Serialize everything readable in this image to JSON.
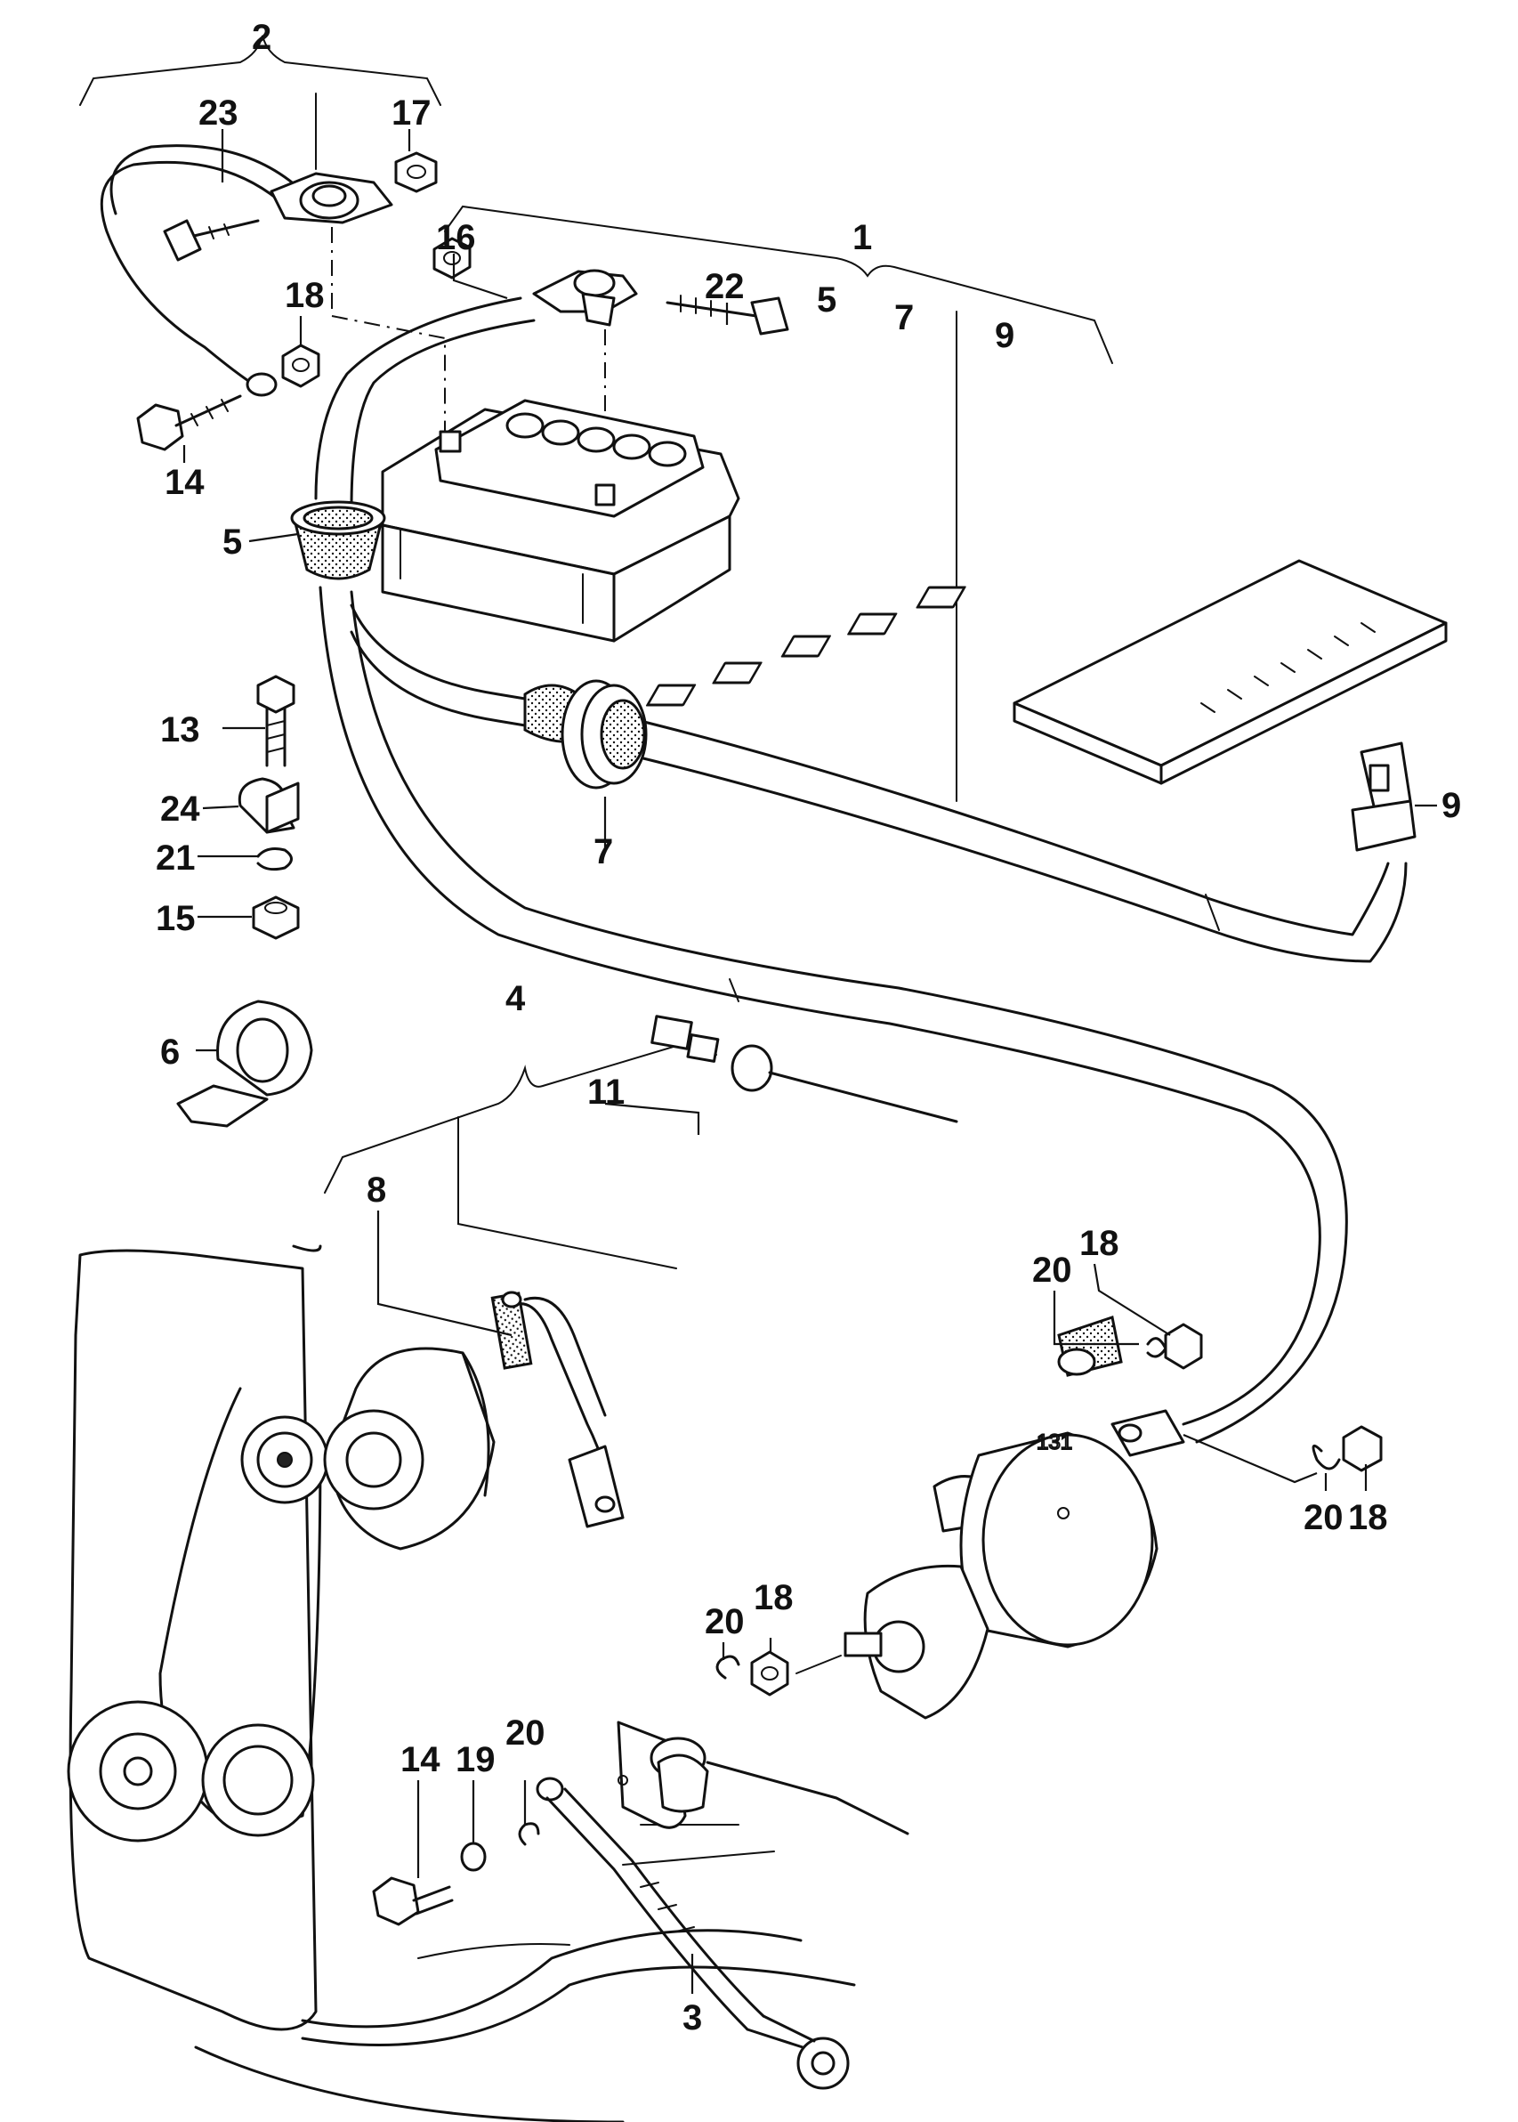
{
  "callouts": {
    "c2": "2",
    "c23": "23",
    "c17": "17",
    "c16": "16",
    "c1": "1",
    "c22": "22",
    "c5a": "5",
    "c7a": "7",
    "c9a": "9",
    "c18a": "18",
    "c14a": "14",
    "c5b": "5",
    "c13": "13",
    "c24": "24",
    "c21": "21",
    "c15": "15",
    "c7b": "7",
    "c9b": "9",
    "c6": "6",
    "c4": "4",
    "c11": "11",
    "c8": "8",
    "c20a": "20",
    "c18b": "18",
    "c20b": "20",
    "c18c": "18",
    "c20c": "20",
    "c18d": "18",
    "c14b": "14",
    "c19": "19",
    "c20d": "20",
    "c3": "3"
  },
  "components": [
    "battery",
    "battery-positive-clamp",
    "battery-negative-clamp",
    "main-wiring-harness",
    "grommet",
    "fuse-relay-panel",
    "connector",
    "alternator",
    "starter-motor",
    "engine-block",
    "ground-strap",
    "cable-clip"
  ]
}
